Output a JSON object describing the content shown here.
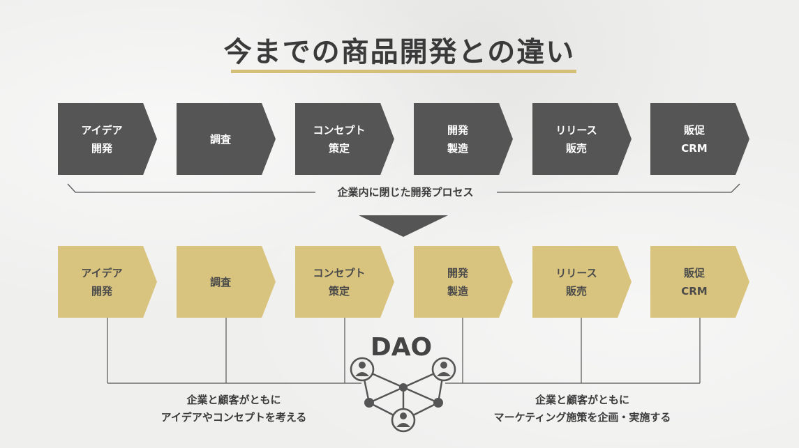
{
  "title": "今までの商品開発との違い",
  "colors": {
    "dark_step": "#555555",
    "gold_step": "#d9c47f",
    "accent_underline": "#d4bf78",
    "text": "#3a3a3a"
  },
  "traditional_steps": [
    {
      "line1": "アイデア",
      "line2": "開発"
    },
    {
      "line1": "調査",
      "line2": ""
    },
    {
      "line1": "コンセプト",
      "line2": "策定"
    },
    {
      "line1": "開発",
      "line2": "製造"
    },
    {
      "line1": "リリース",
      "line2": "販売"
    },
    {
      "line1": "販促",
      "line2": "CRM"
    }
  ],
  "closed_process_label": "企業内に閉じた開発プロセス",
  "dao_steps": [
    {
      "line1": "アイデア",
      "line2": "開発"
    },
    {
      "line1": "調査",
      "line2": ""
    },
    {
      "line1": "コンセプト",
      "line2": "策定"
    },
    {
      "line1": "開発",
      "line2": "製造"
    },
    {
      "line1": "リリース",
      "line2": "販売"
    },
    {
      "line1": "販促",
      "line2": "CRM"
    }
  ],
  "dao_label": "DAO",
  "dao_icon": "network-people-icon",
  "left_caption": {
    "line1": "企業と顧客がともに",
    "line2": "アイデアやコンセプトを考える"
  },
  "right_caption": {
    "line1": "企業と顧客がともに",
    "line2": "マーケティング施策を企画・実施する"
  }
}
